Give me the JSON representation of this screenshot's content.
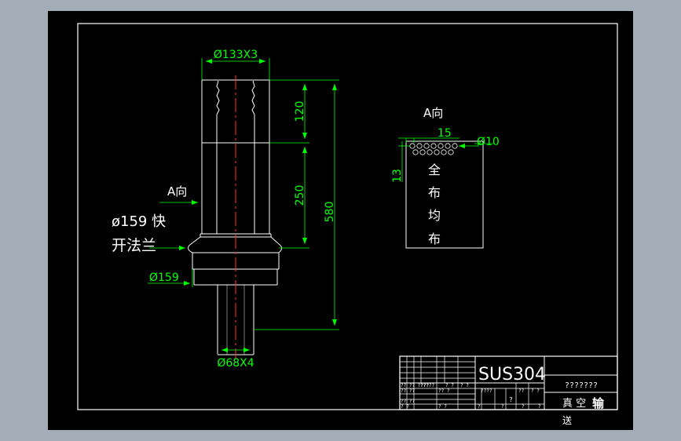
{
  "colors": {
    "background": "#a4acb8",
    "sheet": "#000000",
    "outline": "#ffffff",
    "dimension": "#00ff00",
    "centerline": "#ff3030"
  },
  "main_view": {
    "dia_top": "Ø133X3",
    "dim_120": "120",
    "dim_250": "250",
    "dim_580": "580",
    "view_marker": "A向",
    "flange_label_line1": "ø159 快",
    "flange_label_line2": "开法兰",
    "dia_flange": "Ø159",
    "dia_bottom": "Ø68X4"
  },
  "side_view": {
    "title": "A向",
    "dim_15": "15",
    "dim_hole": "Ø10",
    "dim_13": "13",
    "note_1": "全",
    "note_2": "布",
    "note_3": "均",
    "note_4": "布"
  },
  "title_block": {
    "material": "SUS304",
    "drawing_name": "???????",
    "company_line1": "真 空",
    "company_bold": "输",
    "company_line2": "送",
    "cell_a": "?? ?? ????",
    "cell_b": "? ?",
    "cell_c": "?? ??",
    "cell_d": "?? ??",
    "cell_e": "?????",
    "cell_f": "?? ?",
    "cell_g": "? ?",
    "cell_h": "????",
    "cell_i": "??",
    "cell_j": "? ?",
    "cell_k": "? ?",
    "cell_l": "? ?",
    "cell_m": "?",
    "cell_n": "?",
    "cell_o": "?",
    "cell_p": "?",
    "cell_q": "?"
  }
}
